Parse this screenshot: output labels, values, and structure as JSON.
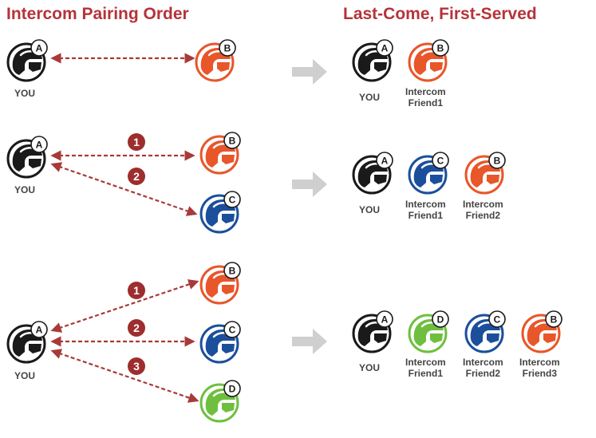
{
  "titles": {
    "left": "Intercom Pairing Order",
    "right": "Last-Come, First-Served"
  },
  "labels": {
    "you": "YOU",
    "intercom": "Intercom",
    "friend1": "Friend1",
    "friend2": "Friend2",
    "friend3": "Friend3"
  },
  "badges": {
    "a": "A",
    "b": "B",
    "c": "C",
    "d": "D"
  },
  "steps": [
    "1",
    "2",
    "3"
  ],
  "colors": {
    "title": "#b5333a",
    "black_helmet": "#1a1a1a",
    "orange_helmet": "#e8562a",
    "blue_helmet": "#1b4f9c",
    "green_helmet": "#6fbf3f",
    "arrow_dashed": "#a83a3a",
    "step_badge": "#9e2d2d",
    "big_arrow": "#cfcfcf"
  },
  "icons": [
    "helmet-icon",
    "right-arrow-icon"
  ]
}
